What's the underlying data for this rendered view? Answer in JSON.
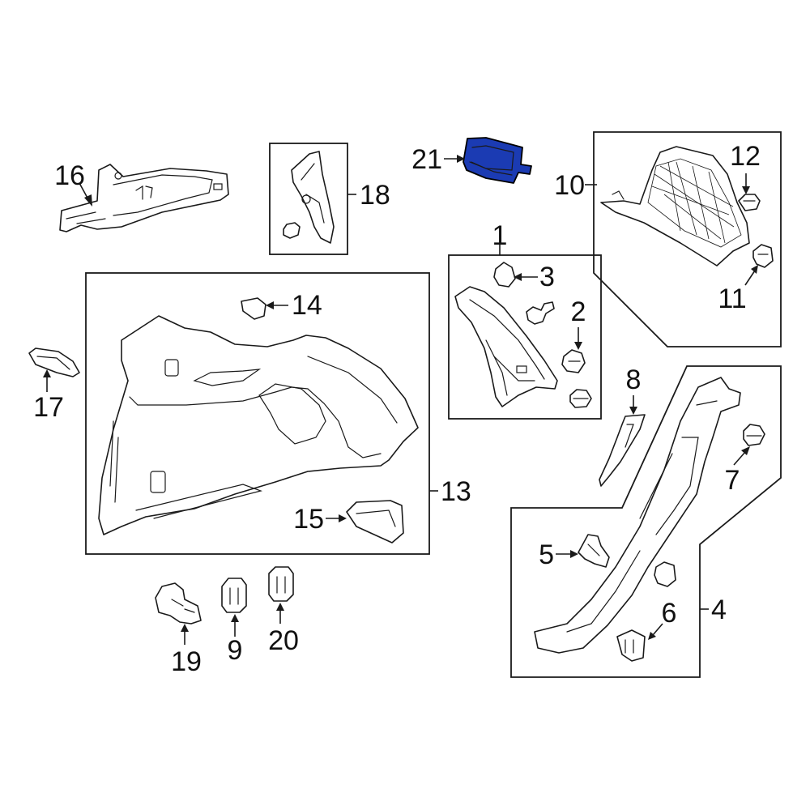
{
  "diagram": {
    "highlight_color": "#1b3bb3",
    "callouts": [
      {
        "id": "c1",
        "text": "1"
      },
      {
        "id": "c2",
        "text": "2"
      },
      {
        "id": "c3",
        "text": "3"
      },
      {
        "id": "c4",
        "text": "4"
      },
      {
        "id": "c5",
        "text": "5"
      },
      {
        "id": "c6",
        "text": "6"
      },
      {
        "id": "c7",
        "text": "7"
      },
      {
        "id": "c8",
        "text": "8"
      },
      {
        "id": "c9",
        "text": "9"
      },
      {
        "id": "c10",
        "text": "10"
      },
      {
        "id": "c11",
        "text": "11"
      },
      {
        "id": "c12",
        "text": "12"
      },
      {
        "id": "c13",
        "text": "13"
      },
      {
        "id": "c14",
        "text": "14"
      },
      {
        "id": "c15",
        "text": "15"
      },
      {
        "id": "c16",
        "text": "16"
      },
      {
        "id": "c17",
        "text": "17"
      },
      {
        "id": "c18",
        "text": "18"
      },
      {
        "id": "c19",
        "text": "19"
      },
      {
        "id": "c20",
        "text": "20"
      },
      {
        "id": "c21",
        "text": "21"
      }
    ]
  }
}
